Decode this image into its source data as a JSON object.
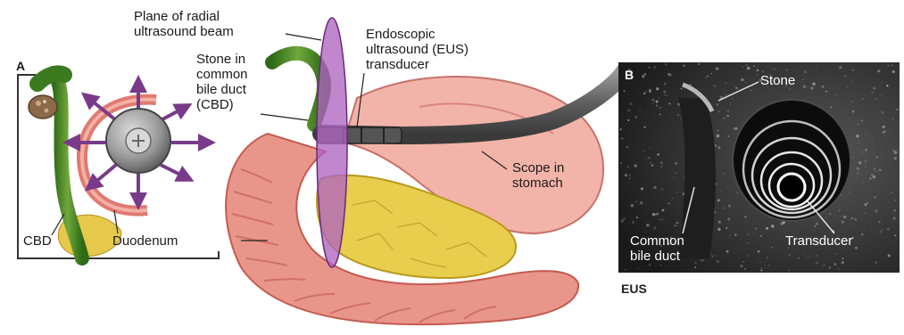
{
  "panel_a": {
    "letter": "A",
    "labels": {
      "plane": "Plane of radial\nultrasound beam",
      "transducer": "Endoscopic\nultrasound (EUS)\ntransducer",
      "stone": "Stone in\ncommon\nbile duct\n(CBD)",
      "scope": "Scope in\nstomach",
      "cbd": "CBD",
      "duodenum": "Duodenum"
    }
  },
  "panel_b": {
    "letter": "B",
    "labels": {
      "stone": "Stone",
      "common_bile_duct": "Common\nbile duct",
      "transducer": "Transducer"
    },
    "caption": "EUS"
  },
  "colors": {
    "bile_duct": "#4f8a2a",
    "beam_plane": "#9b4fb0",
    "arrows": "#7a3a8a",
    "duodenum": "#e08a7a",
    "pancreas": "#e6c84a",
    "scope": "#6c6c6c",
    "ultrasound_bg": "#2a2a2a"
  }
}
